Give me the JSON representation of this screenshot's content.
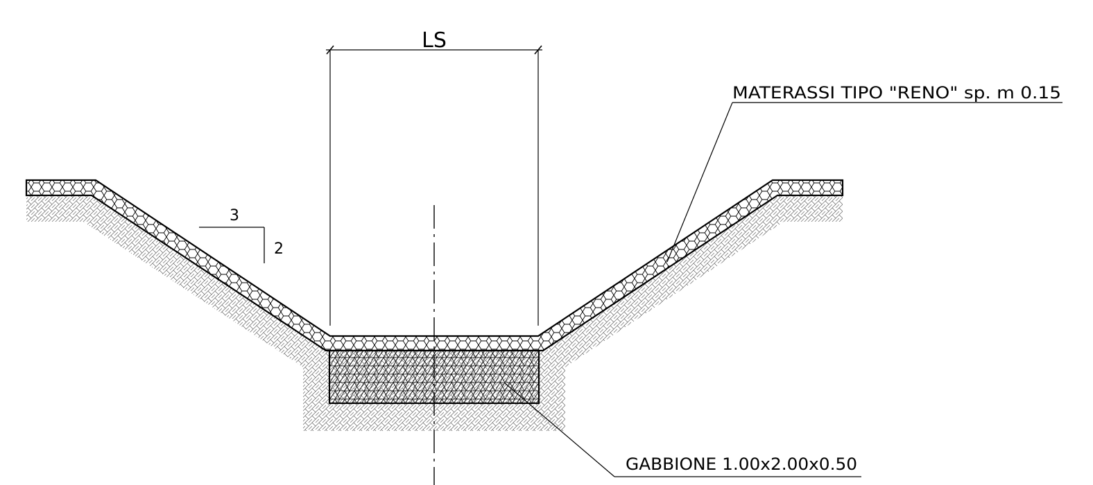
{
  "labels": {
    "width_dim": "LS",
    "slope_run": "3",
    "slope_rise": "2",
    "mattress": "MATERASSI TIPO \"RENO\" sp. m 0.15",
    "gabion": "GABBIONE 1.00x2.00x0.50"
  },
  "colors": {
    "line": "#000000",
    "hatch": "#555555",
    "background": "#ffffff"
  }
}
